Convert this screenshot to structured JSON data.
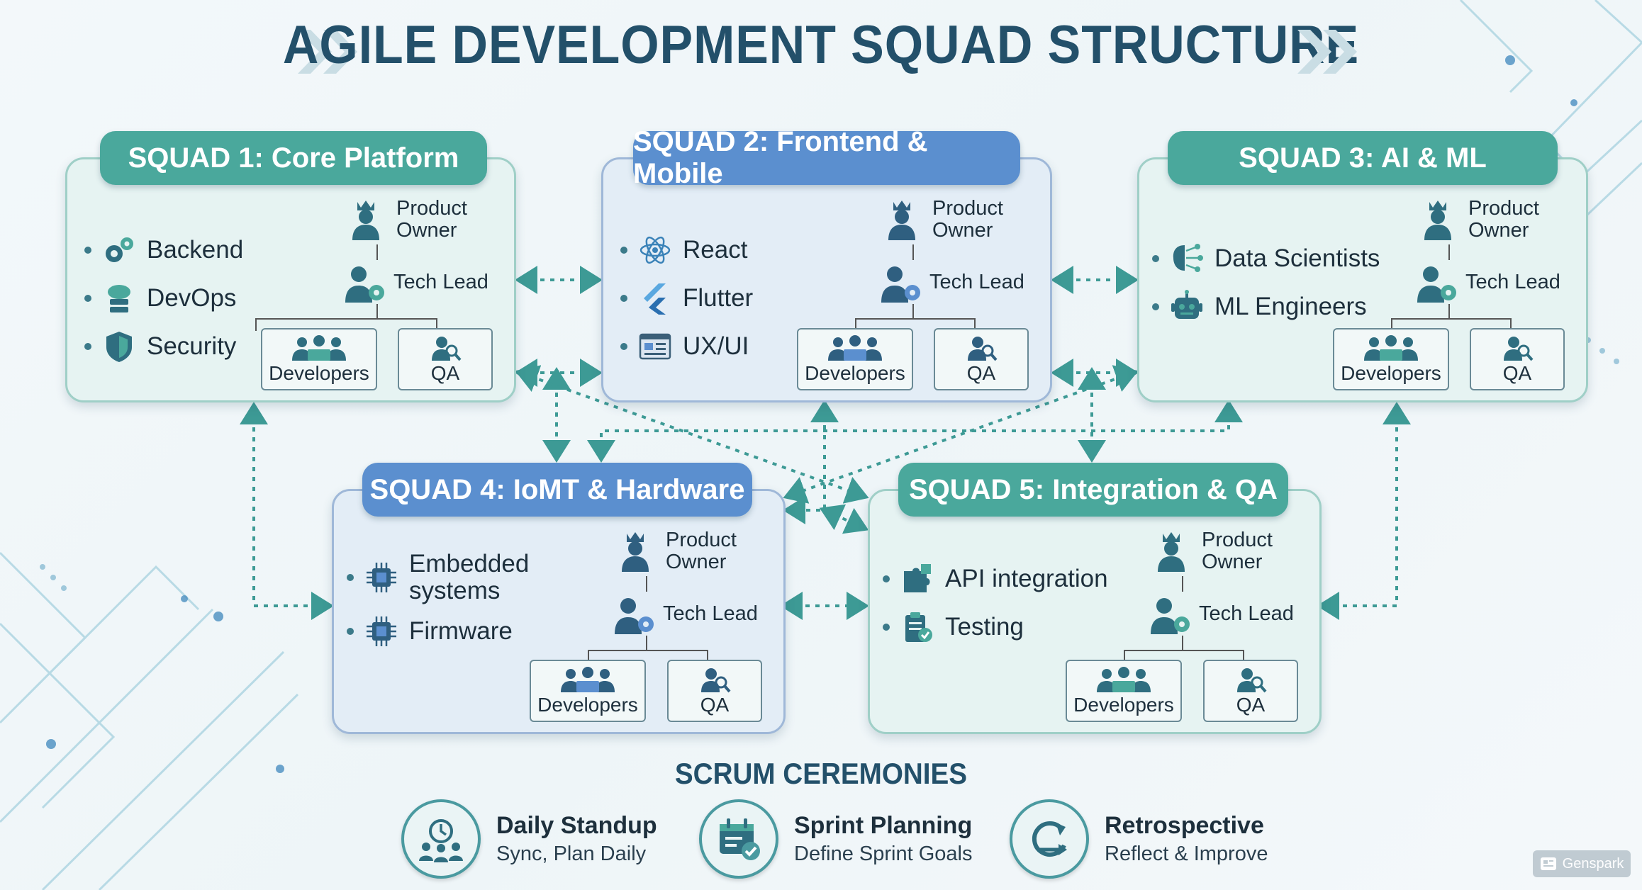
{
  "title": "AGILE DEVELOPMENT SQUAD STRUCTURE",
  "roles": {
    "product_owner": "Product Owner",
    "tech_lead": "Tech Lead",
    "developers": "Developers",
    "qa": "QA"
  },
  "squads": [
    {
      "header": "SQUAD 1: Core Platform",
      "skills": [
        "Backend",
        "DevOps",
        "Security"
      ]
    },
    {
      "header": "SQUAD 2: Frontend & Mobile",
      "skills": [
        "React",
        "Flutter",
        "UX/UI"
      ]
    },
    {
      "header": "SQUAD 3: AI & ML",
      "skills": [
        "Data Scientists",
        "ML Engineers"
      ]
    },
    {
      "header": "SQUAD 4: IoMT & Hardware",
      "skills": [
        "Embedded systems",
        "Firmware"
      ]
    },
    {
      "header": "SQUAD 5: Integration & QA",
      "skills": [
        "API integration",
        "Testing"
      ]
    }
  ],
  "ceremonies": {
    "title": "SCRUM CEREMONIES",
    "items": [
      {
        "name": "Daily Standup",
        "desc": "Sync, Plan Daily"
      },
      {
        "name": "Sprint Planning",
        "desc": "Define Sprint Goals"
      },
      {
        "name": "Retrospective",
        "desc": "Reflect & Improve"
      }
    ]
  },
  "badge": "Genspark",
  "colors": {
    "teal": "#4aa89c",
    "blue": "#5b8fcf",
    "title": "#23506a",
    "connector": "#3d9a95"
  }
}
